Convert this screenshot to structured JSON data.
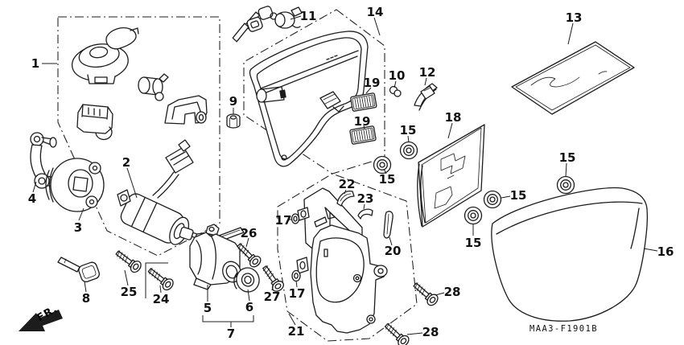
{
  "diagram": {
    "code": "MAA3-F1901B",
    "fr_label": "FR.",
    "background": "#ffffff",
    "line_color": "#1c1c1c"
  },
  "callouts": [
    "1",
    "2",
    "3",
    "4",
    "5",
    "6",
    "7",
    "8",
    "9",
    "10",
    "11",
    "12",
    "13",
    "14",
    "15",
    "15",
    "15",
    "15",
    "15",
    "16",
    "17",
    "17",
    "18",
    "19",
    "19",
    "20",
    "21",
    "22",
    "23",
    "24",
    "25",
    "26",
    "27",
    "28",
    "28"
  ]
}
